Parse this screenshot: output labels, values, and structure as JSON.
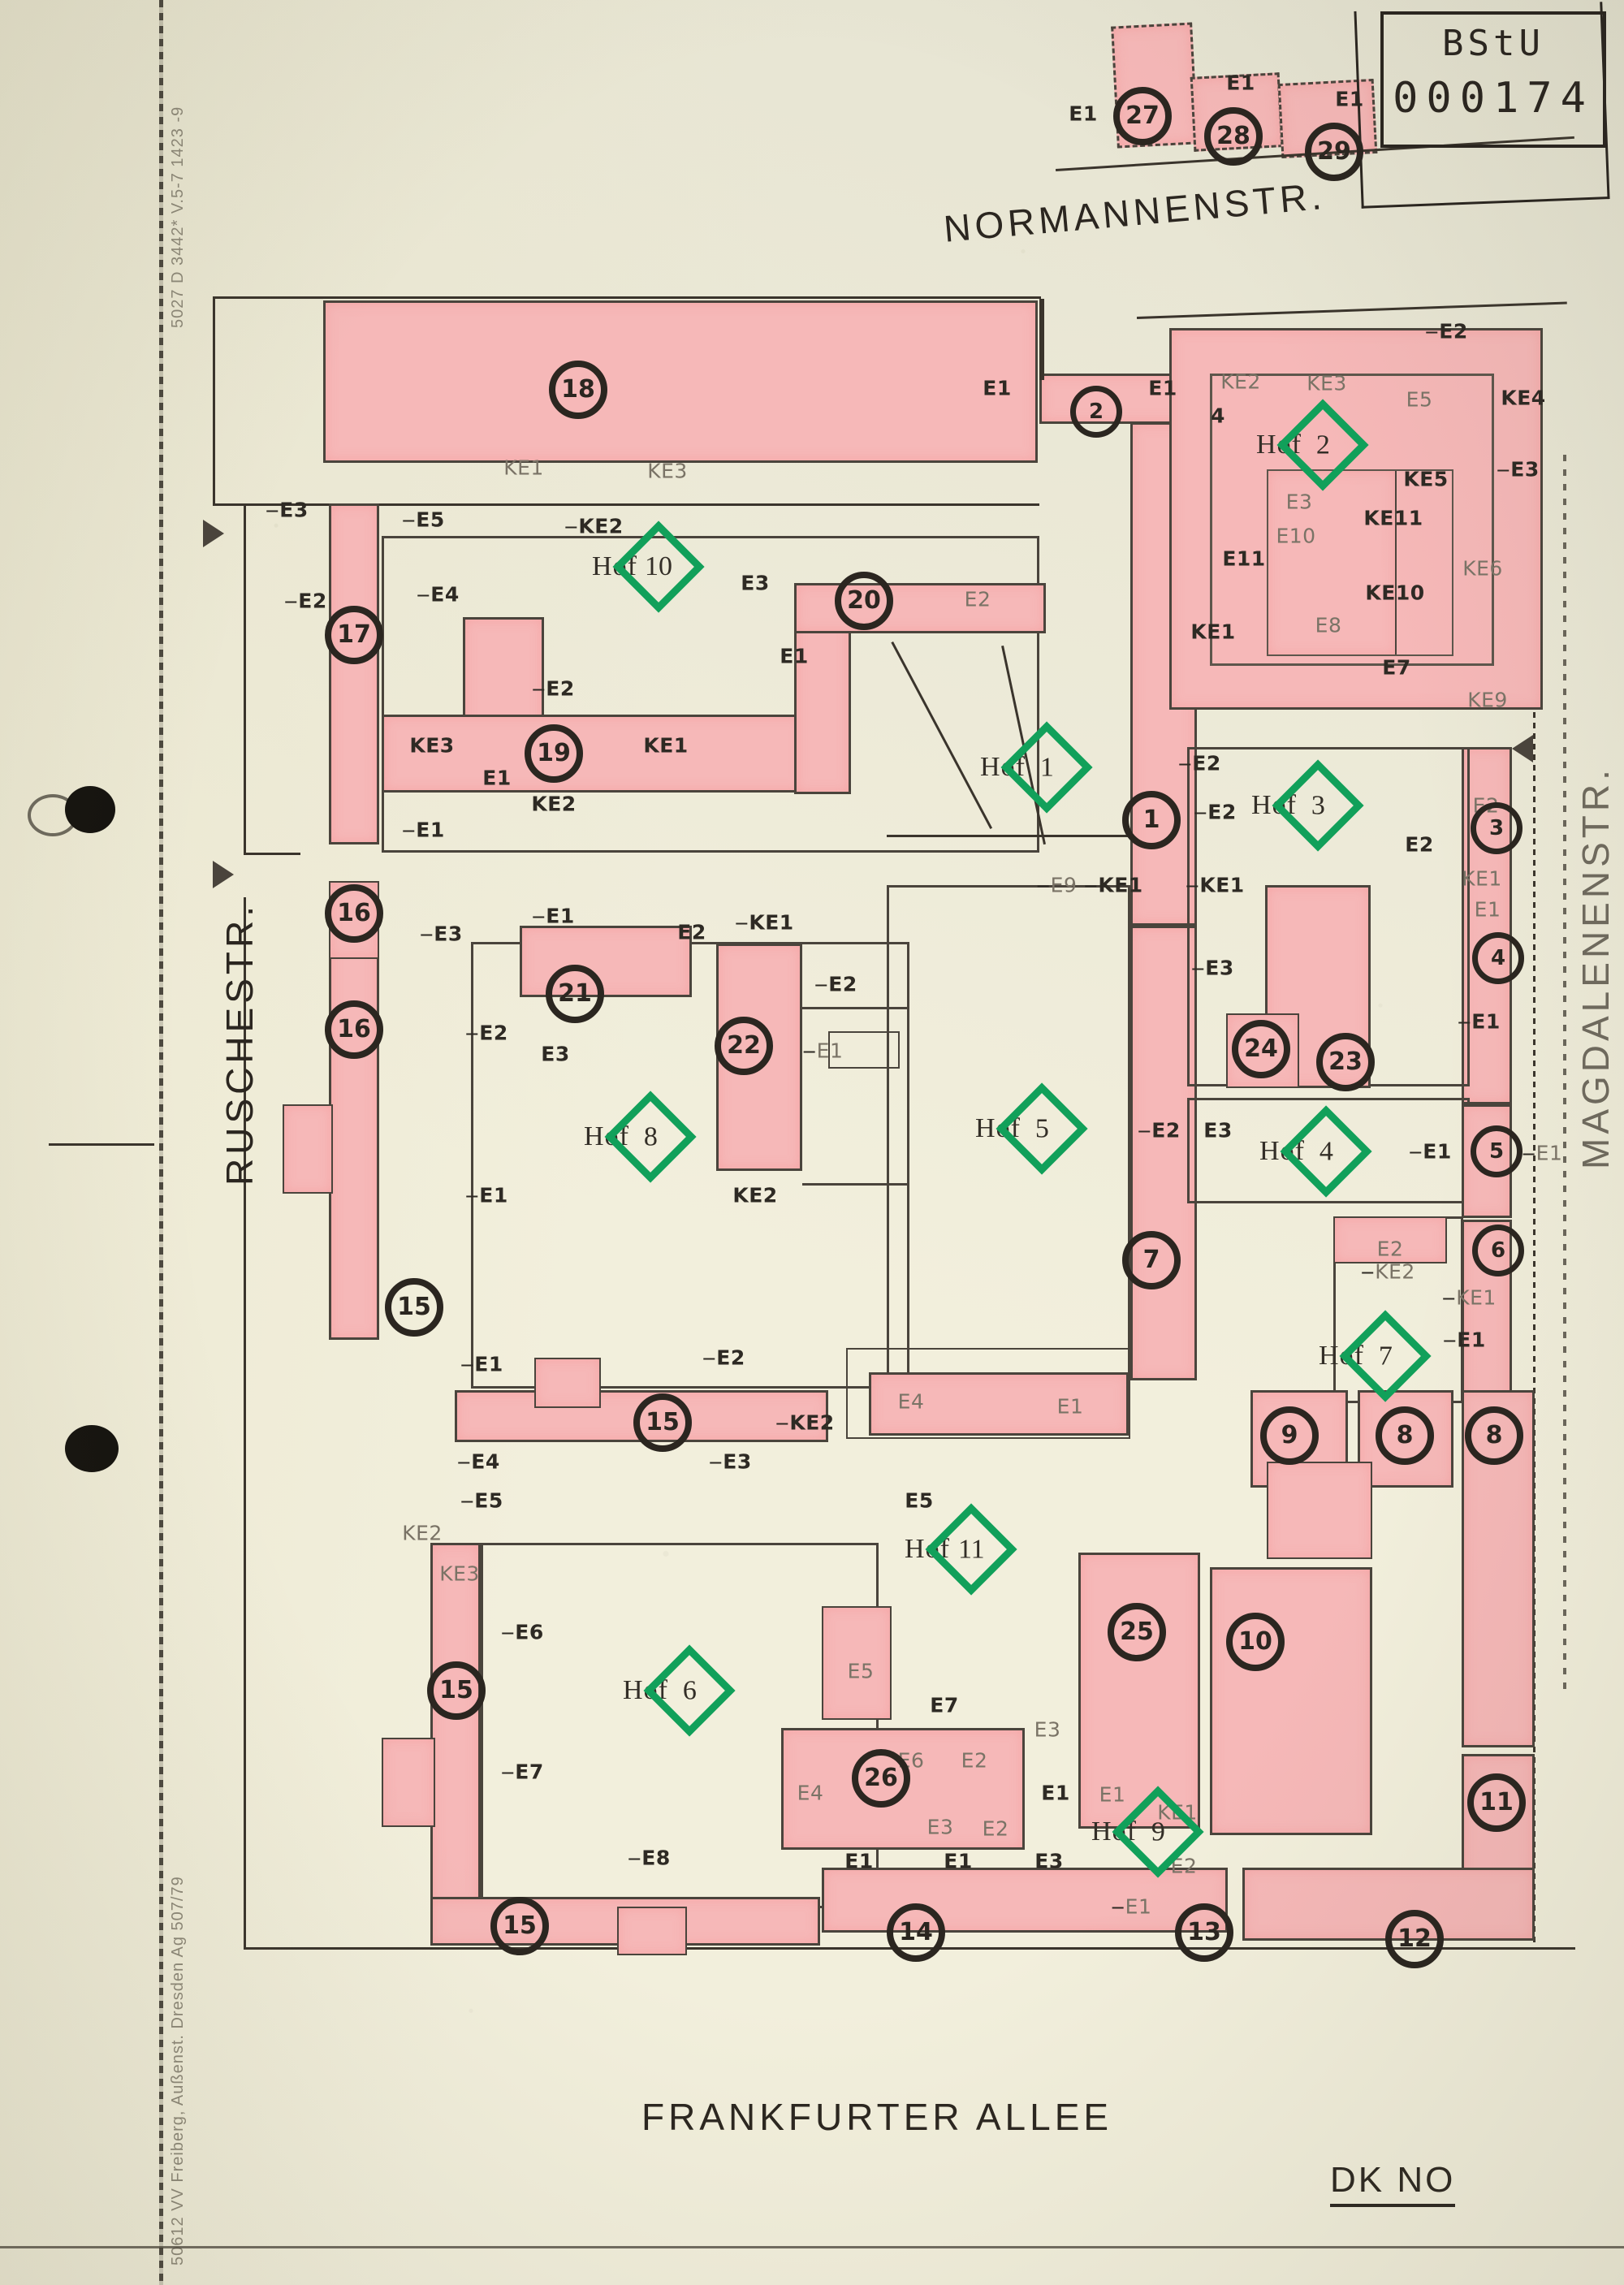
{
  "document": {
    "archive_stamp_org": "BStU",
    "archive_stamp_number": "000174",
    "bottom_right_code": "DK NO",
    "margin_top_imprint": "5027  D 3442*  V.5-7  1423 -9",
    "margin_bottom_imprint": "50612 VV Freiberg, Außenst. Dresden   Ag 507/79"
  },
  "streets": {
    "north": "NORMANNENSTR.",
    "south": "FRANKFURTER ALLEE",
    "west": "RUSCHESTR.",
    "east": "MAGDALENENSTR."
  },
  "courtyards": [
    {
      "id": 1,
      "label": "Hof",
      "number": "1"
    },
    {
      "id": 2,
      "label": "Hof",
      "number": "2"
    },
    {
      "id": 3,
      "label": "Hof",
      "number": "3"
    },
    {
      "id": 4,
      "label": "Hof",
      "number": "4"
    },
    {
      "id": 5,
      "label": "Hof",
      "number": "5"
    },
    {
      "id": 6,
      "label": "Hof",
      "number": "6"
    },
    {
      "id": 7,
      "label": "Hof",
      "number": "7"
    },
    {
      "id": 8,
      "label": "Hof",
      "number": "8"
    },
    {
      "id": 9,
      "label": "Hof",
      "number": "9"
    },
    {
      "id": 10,
      "label": "Hof",
      "number": "10"
    },
    {
      "id": 11,
      "label": "Hof",
      "number": "11"
    }
  ],
  "buildings": [
    {
      "number": "1"
    },
    {
      "number": "2"
    },
    {
      "number": "3"
    },
    {
      "number": "4"
    },
    {
      "number": "5"
    },
    {
      "number": "6"
    },
    {
      "number": "7"
    },
    {
      "number": "8"
    },
    {
      "number": "8b"
    },
    {
      "number": "9"
    },
    {
      "number": "10"
    },
    {
      "number": "11"
    },
    {
      "number": "12"
    },
    {
      "number": "13"
    },
    {
      "number": "14"
    },
    {
      "number": "15"
    },
    {
      "number": "16"
    },
    {
      "number": "17"
    },
    {
      "number": "18"
    },
    {
      "number": "19"
    },
    {
      "number": "20"
    },
    {
      "number": "21"
    },
    {
      "number": "22"
    },
    {
      "number": "23"
    },
    {
      "number": "24"
    },
    {
      "number": "25"
    },
    {
      "number": "26"
    },
    {
      "number": "27"
    },
    {
      "number": "28"
    },
    {
      "number": "29"
    }
  ],
  "building_marker_text": {
    "b1": "1",
    "b2": "2",
    "b3": "3",
    "b4": "4",
    "b5": "5",
    "b6": "6",
    "b7": "7",
    "b8": "8",
    "b8b": "8",
    "b9": "9",
    "b10": "10",
    "b11": "11",
    "b12": "12",
    "b13": "13",
    "b14": "14",
    "b15a": "15",
    "b15b": "15",
    "b15c": "15",
    "b15d": "15",
    "b16a": "16",
    "b16b": "16",
    "b17": "17",
    "b18": "18",
    "b19": "19",
    "b20": "20",
    "b21": "21",
    "b22": "22",
    "b23": "23",
    "b24": "24",
    "b25": "25",
    "b26": "26",
    "b27": "27",
    "b28": "28",
    "b29": "29"
  },
  "entrance_labels": {
    "n01": "E1",
    "n02": "E1",
    "n03": "E1",
    "n04": "E1",
    "n05": "E2",
    "n06": "E1",
    "n07": "KE2",
    "n08": "KE3",
    "n09": "E5",
    "n10": "KE4",
    "n11": "E3",
    "n12": "E2",
    "n13": "E3",
    "n14": "E5",
    "n15": "KE1",
    "n16": "KE3",
    "n17": "KE2",
    "n18": "E2",
    "n19": "E3",
    "n20": "E4",
    "n21": "E2",
    "n22": "KE3",
    "n23": "KE1",
    "n24": "E1",
    "n25": "E1",
    "n26": "KE2",
    "n27": "E1",
    "n28": "E2",
    "n29": "E3",
    "n30": "E1",
    "n31": "4",
    "n32": "KE5",
    "n33": "KE11",
    "n34": "KE10",
    "n35": "E11",
    "n36": "E10",
    "n37": "KE1",
    "n38": "E8",
    "n39": "E7",
    "n40": "KE6",
    "n41": "KE9",
    "n42": "E3",
    "n43": "E2",
    "n44": "E2",
    "n45": "KE1",
    "n46": "E3",
    "n47": "E1",
    "n48": "E2",
    "n49": "E1",
    "n50": "E1",
    "n51": "E2",
    "n52": "E3",
    "n53": "E1",
    "n54": "E2",
    "n55": "KE1",
    "n56": "E2",
    "n57": "E1",
    "n58": "KE2",
    "n59": "E2",
    "n60": "E1",
    "n61": "E1",
    "n62": "E2",
    "n63": "KE1",
    "n64": "E4",
    "n65": "E1",
    "n66": "E5",
    "n67": "E4",
    "n68": "E3",
    "n69": "KE3",
    "n70": "E6",
    "n71": "E7",
    "n72": "E8",
    "n73": "E5",
    "n74": "E7",
    "n75": "E6",
    "n76": "E2",
    "n77": "E3",
    "n78": "E3",
    "n79": "E4",
    "n80": "E1",
    "n81": "E1",
    "n82": "KE1",
    "n83": "E1",
    "n84": "E2",
    "n85": "E3",
    "n86": "E2",
    "n87": "E1",
    "n88": "E2",
    "n89": "E3",
    "n90": "E1",
    "n91": "KE2",
    "n92": "E5",
    "n93": "E2",
    "n94": "E1",
    "n95": "KE1",
    "n96": "KE2",
    "n97": "E1",
    "n98": "E1",
    "n99": "E3",
    "n100": "E1",
    "n101": "E2",
    "n102": "E3",
    "n103": "KE2",
    "n104": "E2",
    "n105": "E1",
    "n106": "E1",
    "n107": "E9"
  },
  "colors": {
    "building_fill": "#f6b8b8",
    "ink": "#2b2620",
    "courtyard_green": "#11a05a",
    "paper": "#f2efdc"
  }
}
